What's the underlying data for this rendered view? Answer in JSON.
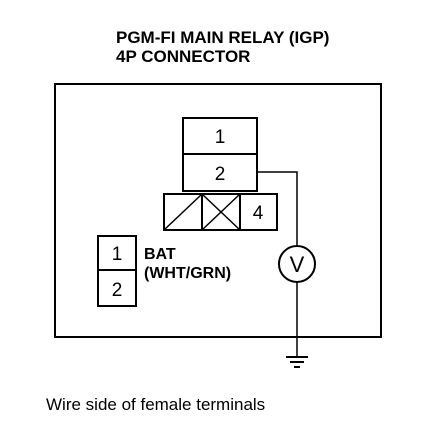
{
  "title": {
    "line1": "PGM-FI MAIN RELAY (IGP)",
    "line2": "4P CONNECTOR"
  },
  "connector": {
    "pins": [
      "1",
      "2",
      "4"
    ]
  },
  "bat_connector": {
    "pins": [
      "1",
      "2"
    ],
    "label_line1": "BAT",
    "label_line2": "(WHT/GRN)"
  },
  "meter": {
    "symbol": "V",
    "icon": "voltmeter-icon"
  },
  "ground": {
    "icon": "ground-icon"
  },
  "caption": "Wire side of female terminals"
}
